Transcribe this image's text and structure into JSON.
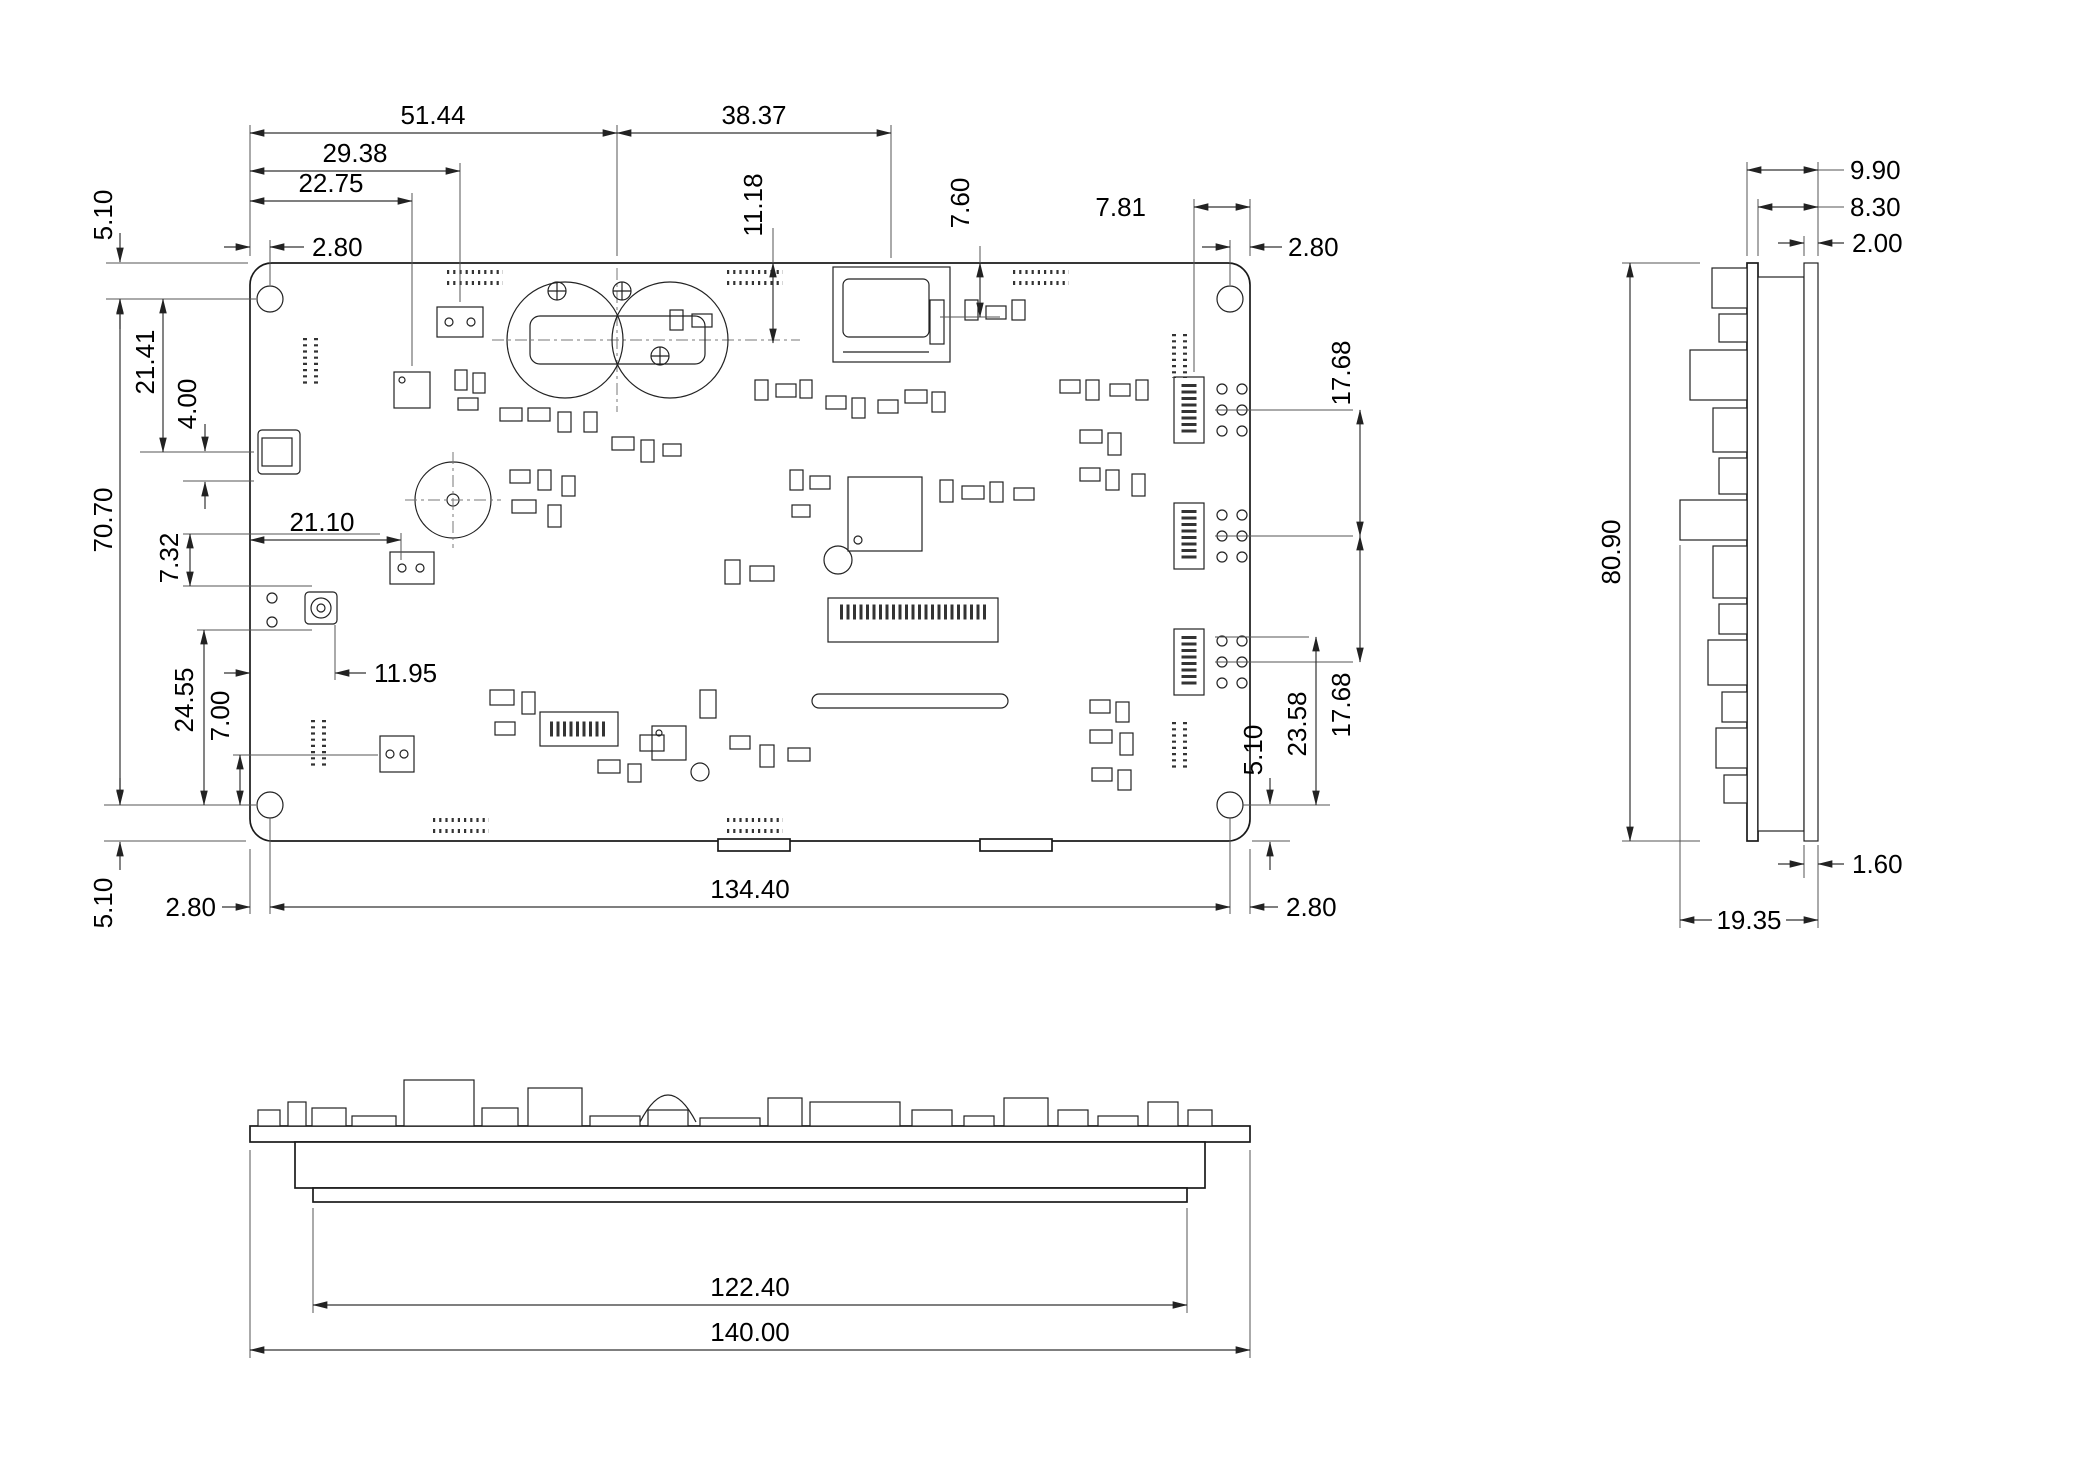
{
  "colors": {
    "line": "#222222",
    "background": "#ffffff"
  },
  "drawing": {
    "top_view": {
      "h_dims": {
        "d51_44": "51.44",
        "d38_37": "38.37",
        "d29_38": "29.38",
        "d22_75": "22.75",
        "d2_80_tl": "2.80",
        "d7_81": "7.81",
        "d2_80_tr": "2.80",
        "d21_10": "21.10",
        "d11_95": "11.95",
        "d134_40": "134.40",
        "d2_80_bl": "2.80",
        "d2_80_br": "2.80"
      },
      "v_dims": {
        "d5_10_tl": "5.10",
        "d11_18": "11.18",
        "d7_60": "7.60",
        "d21_41": "21.41",
        "d4_00": "4.00",
        "d70_70": "70.70",
        "d7_32": "7.32",
        "d24_55": "24.55",
        "d7_00": "7.00",
        "d5_10_bl": "5.10",
        "d5_10_br": "5.10",
        "d23_58": "23.58",
        "d17_68_upper": "17.68",
        "d17_68_lower": "17.68"
      }
    },
    "side_view": {
      "d9_90": "9.90",
      "d8_30": "8.30",
      "d2_00": "2.00",
      "d80_90": "80.90",
      "d1_60": "1.60",
      "d19_35": "19.35"
    },
    "front_view": {
      "d122_40": "122.40",
      "d140_00": "140.00"
    }
  }
}
